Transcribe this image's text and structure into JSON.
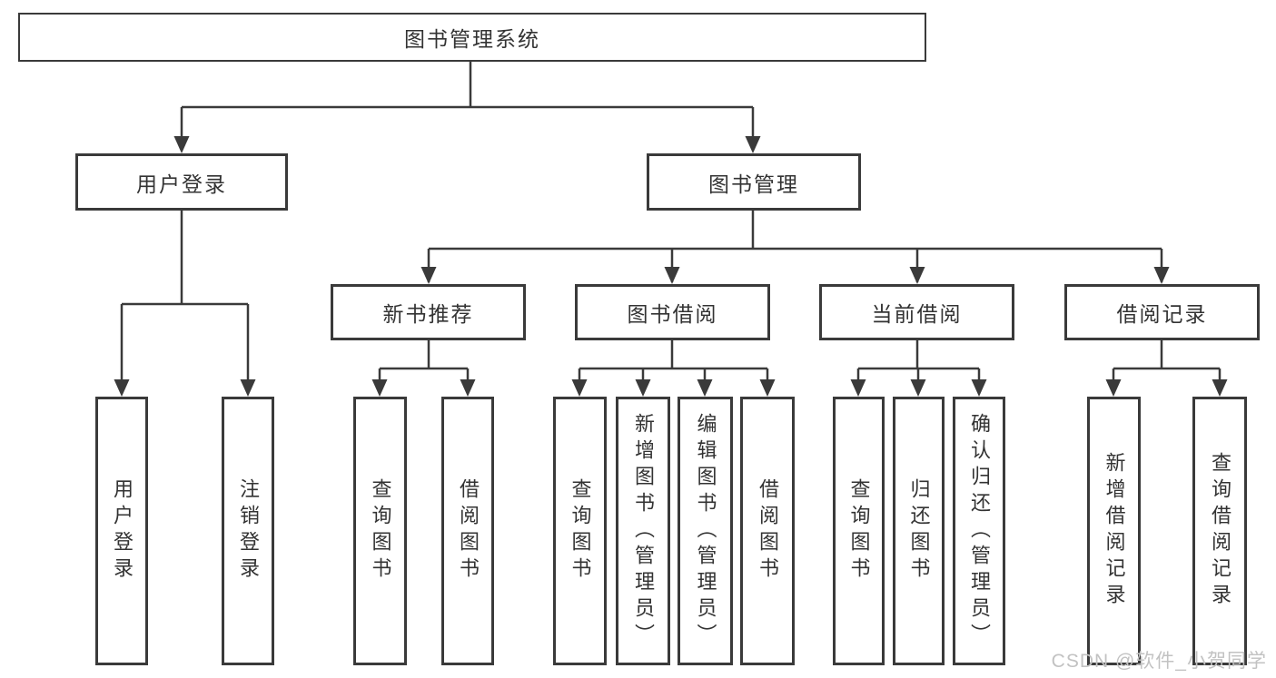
{
  "tree": {
    "root": "图书管理系统",
    "level1": [
      "用户登录",
      "图书管理"
    ],
    "level2": [
      "新书推荐",
      "图书借阅",
      "当前借阅",
      "借阅记录"
    ],
    "leaves": [
      "用户登录",
      "注销登录",
      "查询图书",
      "借阅图书",
      "查询图书",
      "新增图书（管理员）",
      "编辑图书（管理员）",
      "借阅图书",
      "查询图书",
      "归还图书",
      "确认归还（管理员）",
      "新增借阅记录",
      "查询借阅记录"
    ]
  },
  "watermark": "CSDN @软件_小贺同学",
  "colors": {
    "line": "#3a3a3a",
    "text": "#333333",
    "background": "#ffffff",
    "watermark": "#c2c2c2"
  }
}
